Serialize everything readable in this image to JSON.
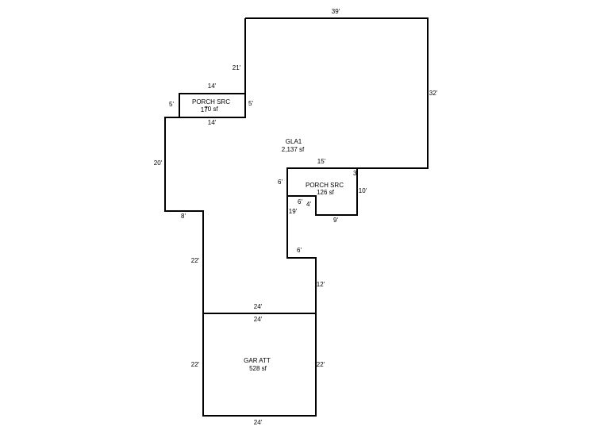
{
  "areas": {
    "gla": {
      "name": "GLA1",
      "size": "2,137 sf"
    },
    "porch_upper": {
      "name": "PORCH SRC",
      "size": "70 sf"
    },
    "porch_lower": {
      "name": "PORCH SRC",
      "size": "126 sf"
    },
    "garage": {
      "name": "GAR ATT",
      "size": "528 sf"
    }
  },
  "dimensions": {
    "top_width": "39'",
    "right_wall": "32'",
    "upper_left_riser": "21'",
    "porch_top": "14'",
    "porch_bottom": "14'",
    "porch_left": "5'",
    "porch_right": "5'",
    "porch_overlap": "17'",
    "left_wall": "20'",
    "left_step": "8'",
    "left_lower": "22'",
    "notch_top": "15'",
    "notch_left": "6'",
    "porch2_top_right": "3'",
    "porch2_right": "10'",
    "porch2_bottom": "9'",
    "porch2_inner_top": "6'",
    "porch2_inner_left": "4'",
    "inner_wall": "19'",
    "inner_step": "6'",
    "inner_lower": "12'",
    "garage_top_outer": "24'",
    "garage_top_inner": "24'",
    "garage_left": "22'",
    "garage_right": "22'",
    "garage_bottom": "24'"
  }
}
